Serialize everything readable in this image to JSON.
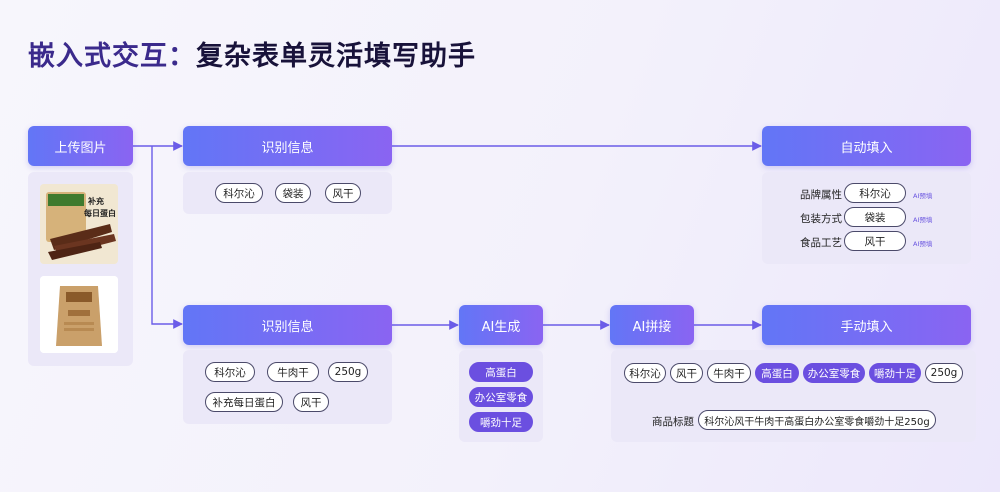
{
  "title": {
    "prefix": "嵌入式交互：",
    "main": "复杂表单灵活填写助手"
  },
  "upload": {
    "label": "上传图片"
  },
  "product": {
    "brand_short": "补充",
    "slogan": "每日蛋白"
  },
  "recognize_top": {
    "label": "识别信息",
    "chips": [
      "科尔沁",
      "袋装",
      "风干"
    ]
  },
  "recognize_bottom": {
    "label": "识别信息",
    "chips": [
      "科尔沁",
      "牛肉干",
      "250g",
      "补充每日蛋白",
      "风干"
    ]
  },
  "ai_generate": {
    "label": "AI生成",
    "chips": [
      "高蛋白",
      "办公室零食",
      "嚼劲十足"
    ]
  },
  "ai_concat": {
    "label": "AI拼接"
  },
  "auto_fill": {
    "label": "自动填入",
    "rows": [
      {
        "field": "品牌属性",
        "value": "科尔沁",
        "tag": "AI预填"
      },
      {
        "field": "包装方式",
        "value": "袋装",
        "tag": "AI预填"
      },
      {
        "field": "食品工艺",
        "value": "风干",
        "tag": "AI预填"
      }
    ]
  },
  "manual_fill": {
    "label": "手动填入",
    "chips": [
      {
        "text": "科尔沁",
        "ai": false
      },
      {
        "text": "风干",
        "ai": false
      },
      {
        "text": "牛肉干",
        "ai": false
      },
      {
        "text": "高蛋白",
        "ai": true
      },
      {
        "text": "办公室零食",
        "ai": true
      },
      {
        "text": "嚼劲十足",
        "ai": true
      },
      {
        "text": "250g",
        "ai": false
      }
    ],
    "result_label": "商品标题",
    "result_value": "科尔沁风干牛肉干高蛋白办公室零食嚼劲十足250g"
  },
  "colors": {
    "accent": "#6b4fe0",
    "header_start": "#6276f6",
    "header_end": "#8a64f2",
    "arrow": "#6b5ce8"
  }
}
